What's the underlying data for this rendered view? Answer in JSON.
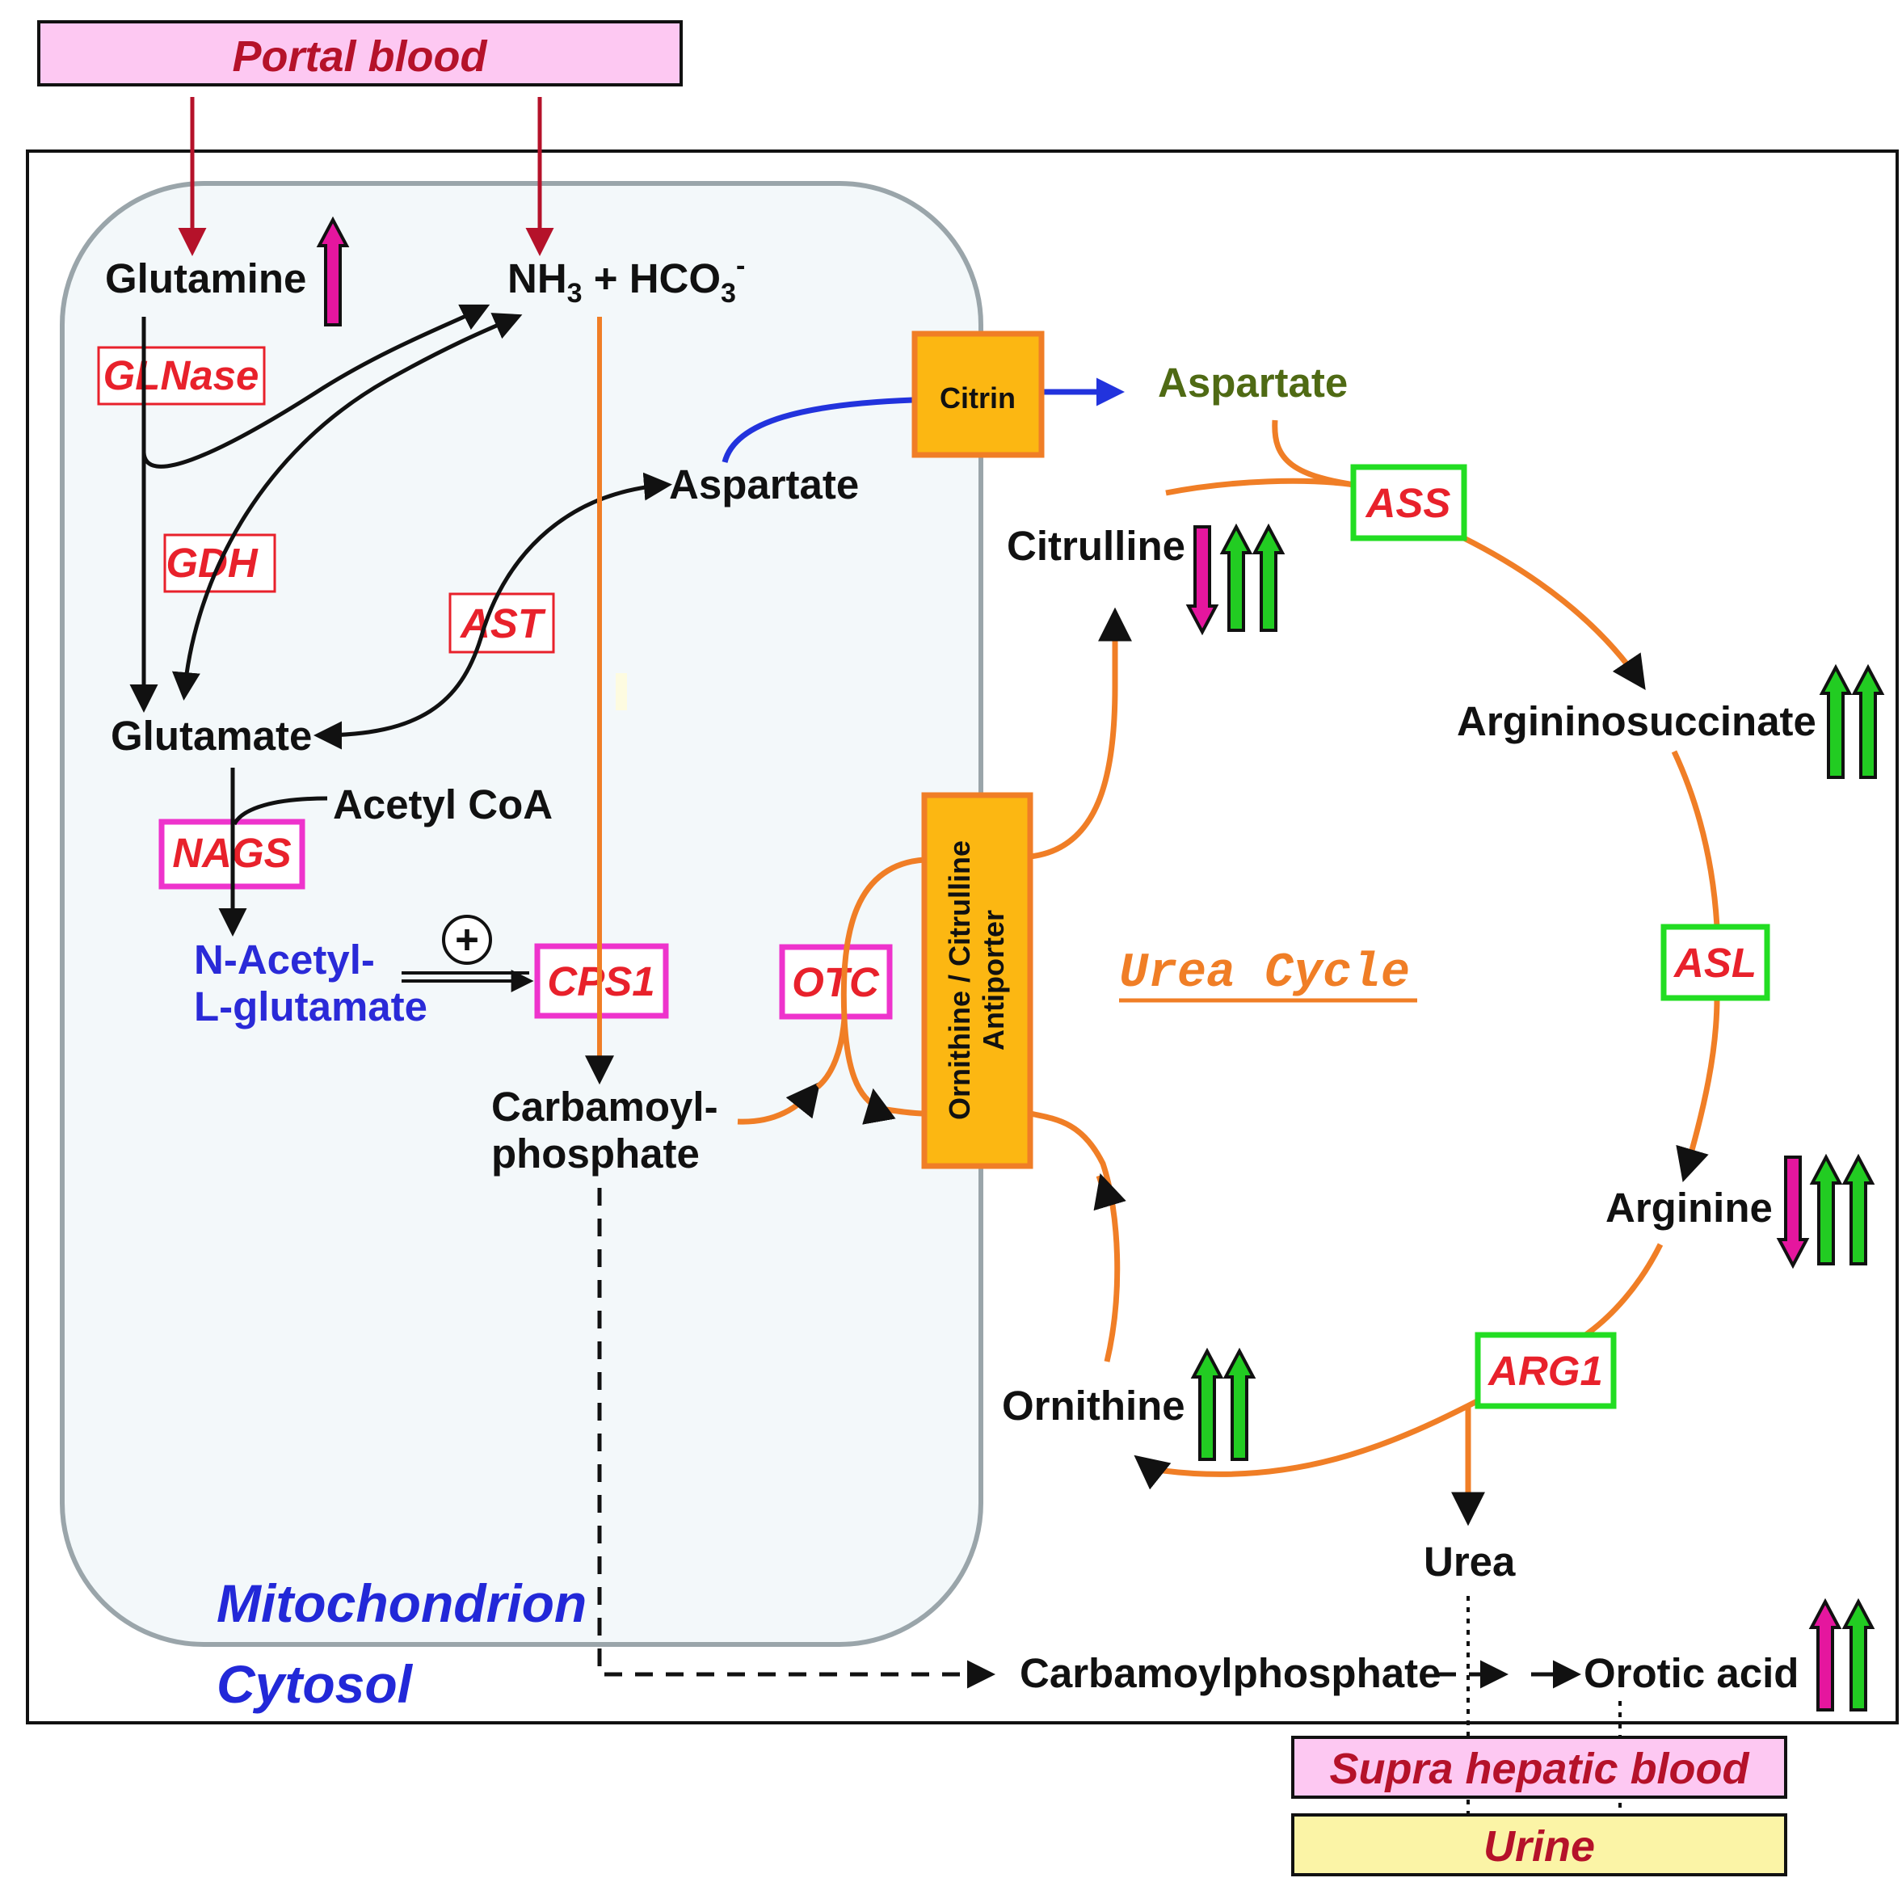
{
  "compartments": {
    "portal_blood": "Portal blood",
    "mitochondrion": "Mitochondrion",
    "cytosol": "Cytosol",
    "suprahepatic_blood": "Supra hepatic blood",
    "urine": "Urine"
  },
  "metabolites": {
    "glutamine": "Glutamine",
    "nh3": "NH",
    "nh3_sub": "3",
    "hco3_plus": " + HCO",
    "hco3_sub": "3",
    "hco3_sup": "-",
    "aspartate_mito": "Aspartate",
    "aspartate_cyto": "Aspartate",
    "glutamate": "Glutamate",
    "acetyl_coa": "Acetyl CoA",
    "nag_line1": "N-Acetyl-",
    "nag_line2": "L-glutamate",
    "carbamoylphosphate_line1": "Carbamoyl-",
    "carbamoylphosphate_line2": "phosphate",
    "citrulline": "Citrulline",
    "argininosuccinate": "Argininosuccinate",
    "arginine": "Arginine",
    "ornithine": "Ornithine",
    "urea": "Urea",
    "carbamoylphosphate_cyto": "Carbamoylphosphate",
    "orotic_acid": "Orotic acid"
  },
  "enzymes": {
    "glnase": "GLNase",
    "gdh": "GDH",
    "ast": "AST",
    "nags": "NAGS",
    "cps1": "CPS1",
    "otc": "OTC",
    "ass": "ASS",
    "asl": "ASL",
    "arg1": "ARG1"
  },
  "transporters": {
    "citrin": "Citrin",
    "antiporter_line1": "Ornithine / Citrulline",
    "antiporter_line2": "Antiporter"
  },
  "cycle_title": "Urea Cycle",
  "activation_symbol": "+",
  "colors": {
    "magenta_arrow": "#e5169e",
    "green_arrow": "#22cc22",
    "orange_path": "#f07e26",
    "red_enzyme_text": "#e8212b",
    "box_magenta": "#ee33cc",
    "box_green": "#22dd22",
    "box_red": "#e8212b",
    "transporter_fill": "#fcb712",
    "transporter_border": "#f07e26",
    "mito_fill": "#f3f8fa",
    "mito_border": "#9aa5aa",
    "portal_fill": "#fdc8f2",
    "urine_fill": "#fbf4a6",
    "blue_path": "#2233dd"
  }
}
